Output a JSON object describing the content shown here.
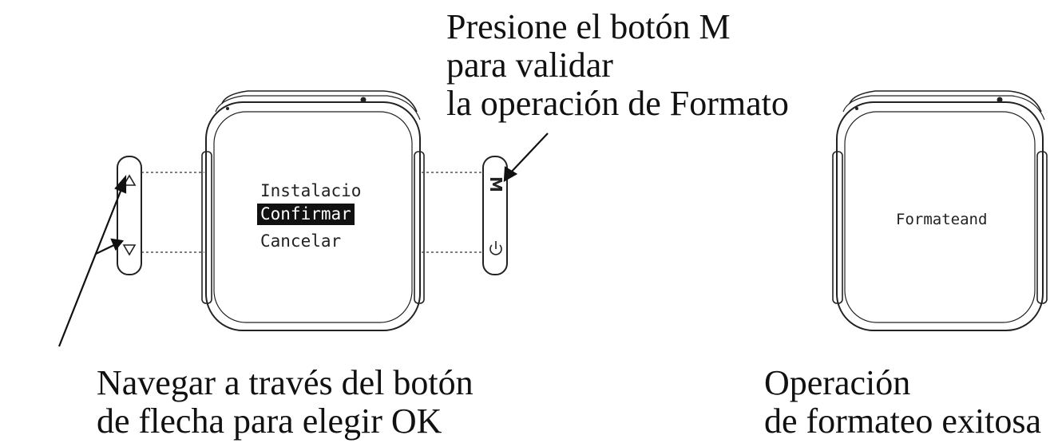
{
  "callouts": {
    "press_m": [
      "Presione el botón M",
      "para validar",
      "la operación de Formato"
    ],
    "navigate": [
      "Navegar a través del botón",
      "de flecha para elegir OK"
    ],
    "success": [
      "Operación",
      "de formateo exitosa"
    ]
  },
  "device_left": {
    "menu_items": [
      "Instalacio",
      "Confirmar",
      "Cancelar"
    ],
    "selected_index": 1,
    "button_labels": {
      "mode": "M"
    }
  },
  "device_right": {
    "screen_text": "Formateand"
  },
  "icons": [
    "up-arrow-icon",
    "down-arrow-icon",
    "power-icon"
  ]
}
